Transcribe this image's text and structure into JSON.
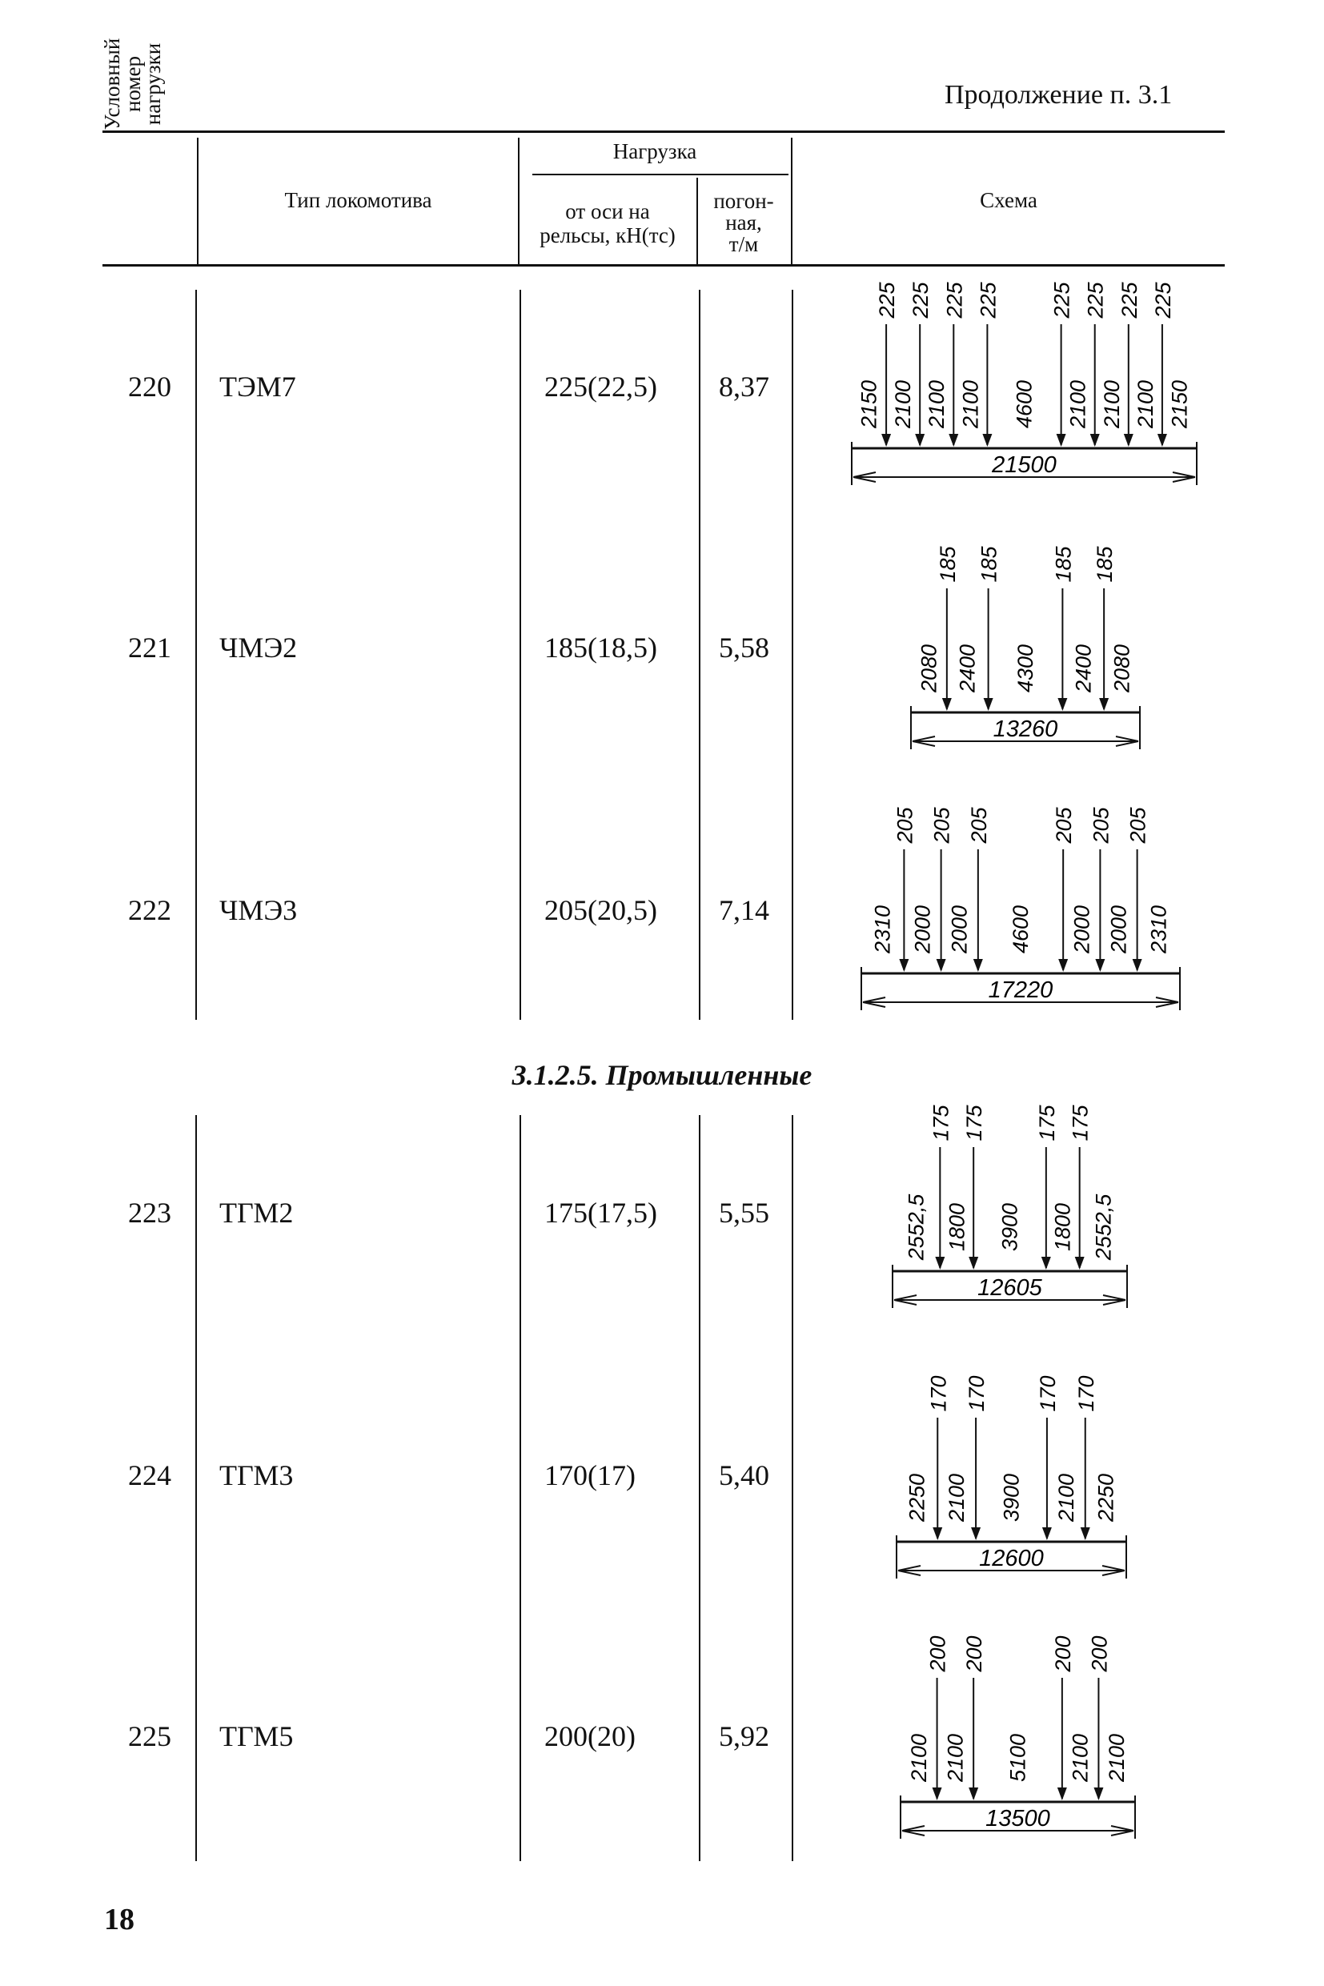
{
  "page": {
    "continuation": "Продолжение п. 3.1",
    "page_number": "18",
    "section_title": "3.1.2.5. Промышленные"
  },
  "header": {
    "col_code": "Условный номер нагрузки",
    "col_code_lines": [
      "Условный",
      "номер",
      "нагрузки"
    ],
    "col_type": "Тип локомотива",
    "col_load": "Нагрузка",
    "col_axle_lines": [
      "от оси на",
      "рельсы, кН(тс)"
    ],
    "col_linear_lines": [
      "погон-",
      "ная,",
      "т/м"
    ],
    "col_scheme": "Схема"
  },
  "rows": [
    {
      "code": "220",
      "type": "ТЭМ7",
      "axle": "225(22,5)",
      "linear": "8,37",
      "scheme": {
        "loads": [
          "225",
          "225",
          "225",
          "225",
          "225",
          "225",
          "225",
          "225"
        ],
        "spacings": [
          "2150",
          "2100",
          "2100",
          "2100",
          "4600",
          "2100",
          "2100",
          "2100",
          "2150"
        ],
        "total": "21500"
      }
    },
    {
      "code": "221",
      "type": "ЧМЭ2",
      "axle": "185(18,5)",
      "linear": "5,58",
      "scheme": {
        "loads": [
          "185",
          "185",
          "185",
          "185"
        ],
        "spacings": [
          "2080",
          "2400",
          "4300",
          "2400",
          "2080"
        ],
        "total": "13260"
      }
    },
    {
      "code": "222",
      "type": "ЧМЭ3",
      "axle": "205(20,5)",
      "linear": "7,14",
      "scheme": {
        "loads": [
          "205",
          "205",
          "205",
          "205",
          "205",
          "205"
        ],
        "spacings": [
          "2310",
          "2000",
          "2000",
          "4600",
          "2000",
          "2000",
          "2310"
        ],
        "total": "17220"
      }
    },
    {
      "code": "223",
      "type": "ТГМ2",
      "axle": "175(17,5)",
      "linear": "5,55",
      "scheme": {
        "loads": [
          "175",
          "175",
          "175",
          "175"
        ],
        "spacings": [
          "2552,5",
          "1800",
          "3900",
          "1800",
          "2552,5"
        ],
        "total": "12605"
      }
    },
    {
      "code": "224",
      "type": "ТГМ3",
      "axle": "170(17)",
      "linear": "5,40",
      "scheme": {
        "loads": [
          "170",
          "170",
          "170",
          "170"
        ],
        "spacings": [
          "2250",
          "2100",
          "3900",
          "2100",
          "2250"
        ],
        "total": "12600"
      }
    },
    {
      "code": "225",
      "type": "ТГМ5",
      "axle": "200(20)",
      "linear": "5,92",
      "scheme": {
        "loads": [
          "200",
          "200",
          "200",
          "200"
        ],
        "spacings": [
          "2100",
          "2100",
          "5100",
          "2100",
          "2100"
        ],
        "total": "13500"
      }
    }
  ]
}
